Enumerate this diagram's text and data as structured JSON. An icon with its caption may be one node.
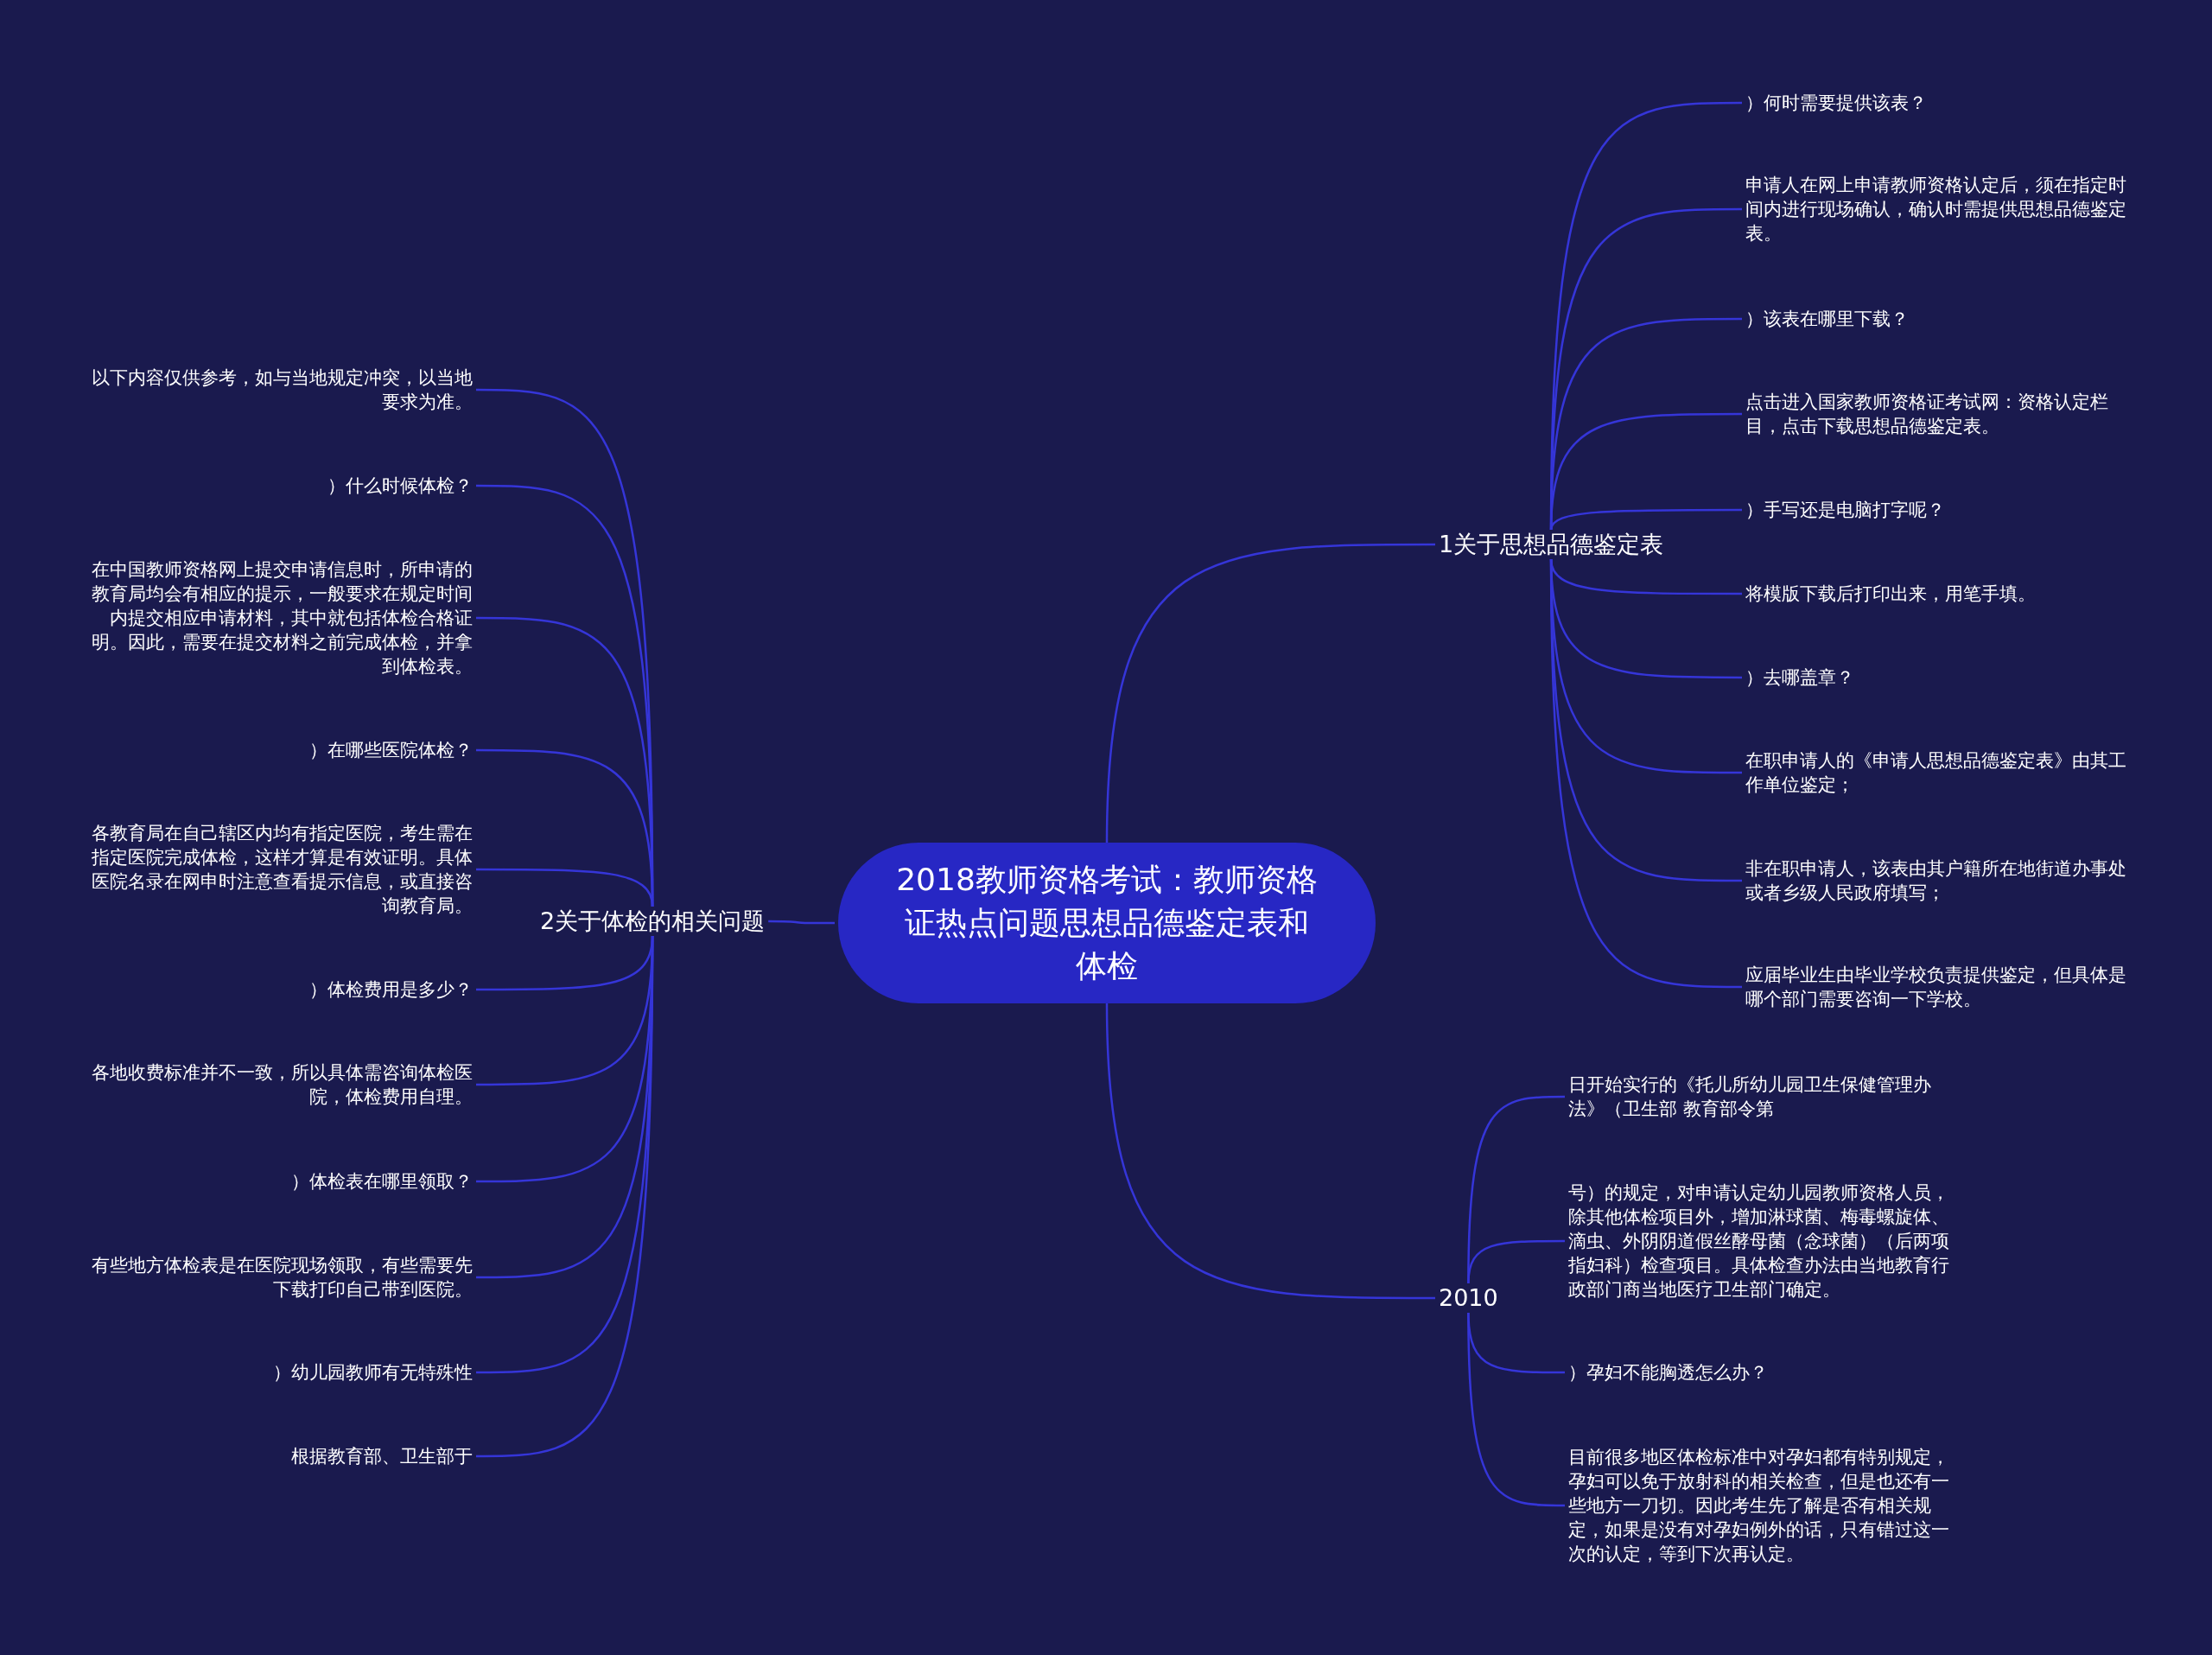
{
  "diagram": {
    "nodes": [
      {
        "text": [
          "2018教师资格考试：教师资格证热点问题思想品德鉴定表和体检"
        ]
      },
      {
        "text": [
          "1关于思想品德鉴定表"
        ]
      },
      {
        "text": [
          "2关于体检的相关问题"
        ]
      },
      {
        "text": [
          "2010"
        ]
      },
      {
        "text": [
          "）何时需要提供该表？"
        ]
      },
      {
        "text": [
          "申请人在网上申请教师资格认定后，须在指定时间内进行现场确认，确认时需提供思想品德鉴定表。"
        ]
      },
      {
        "text": [
          "）该表在哪里下载？"
        ]
      },
      {
        "text": [
          "点击进入国家教师资格证考试网：资格认定栏目，点击下载思想品德鉴定表。"
        ]
      },
      {
        "text": [
          "）手写还是电脑打字呢？"
        ]
      },
      {
        "text": [
          "将模版下载后打印出来，用笔手填。"
        ]
      },
      {
        "text": [
          "）去哪盖章？"
        ]
      },
      {
        "text": [
          "在职申请人的《申请人思想品德鉴定表》由其工作单位鉴定；"
        ]
      },
      {
        "text": [
          "非在职申请人，该表由其户籍所在地街道办事处或者乡级人民政府填写；"
        ]
      },
      {
        "text": [
          "应届毕业生由毕业学校负责提供鉴定，但具体是哪个部门需要咨询一下学校。"
        ]
      },
      {
        "text": [
          "以下内容仅供参考，如与当地规定冲突，以当地要求为准。"
        ]
      },
      {
        "text": [
          "）什么时候体检？"
        ]
      },
      {
        "text": [
          "在中国教师资格网上提交申请信息时，所申请的教育局均会有相应的提示，一般要求在规定时间内提交相应申请材料，其中就包括体检合格证明。因此，需要在提交材料之前完成体检，并拿到体检表。"
        ]
      },
      {
        "text": [
          "）在哪些医院体检？"
        ]
      },
      {
        "text": [
          "各教育局在自己辖区内均有指定医院，考生需在指定医院完成体检，这样才算是有效证明。具体医院名录在网申时注意查看提示信息，或直接咨询教育局。"
        ]
      },
      {
        "text": [
          "）体检费用是多少？"
        ]
      },
      {
        "text": [
          "各地收费标准并不一致，所以具体需咨询体检医院，体检费用自理。"
        ]
      },
      {
        "text": [
          "）体检表在哪里领取？"
        ]
      },
      {
        "text": [
          "有些地方体检表是在医院现场领取，有些需要先下载打印自己带到医院。"
        ]
      },
      {
        "text": [
          "）幼儿园教师有无特殊性"
        ]
      },
      {
        "text": [
          "根据教育部、卫生部于"
        ]
      },
      {
        "text": [
          "日开始实行的《托儿所幼儿园卫生保健管理办法》（卫生部 教育部令第"
        ]
      },
      {
        "text": [
          "号）的规定，对申请认定幼儿园教师资格人员，除其他体检项目外，增加淋球菌、梅毒螺旋体、滴虫、外阴阴道假丝酵母菌（念球菌）（后两项指妇科）检查项目。具体检查办法由当地教育行政部门商当地医疗卫生部门确定。"
        ]
      },
      {
        "text": [
          "）孕妇不能胸透怎么办？"
        ]
      },
      {
        "text": [
          "目前很多地区体检标准中对孕妇都有特别规定，孕妇可以免于放射科的相关检查，但是也还有一些地方一刀切。因此考生先了解是否有相关规定，如果是没有对孕妇例外的话，只有错过这一次的认定，等到下次再认定。"
        ]
      }
    ],
    "edges": [
      {
        "from": 0,
        "to": 1,
        "arrow": "none"
      },
      {
        "from": 0,
        "to": 2,
        "arrow": "none"
      },
      {
        "from": 0,
        "to": 3,
        "arrow": "none"
      },
      {
        "from": 1,
        "to": 4,
        "arrow": "none"
      },
      {
        "from": 1,
        "to": 5,
        "arrow": "none"
      },
      {
        "from": 1,
        "to": 6,
        "arrow": "none"
      },
      {
        "from": 1,
        "to": 7,
        "arrow": "none"
      },
      {
        "from": 1,
        "to": 8,
        "arrow": "none"
      },
      {
        "from": 1,
        "to": 9,
        "arrow": "none"
      },
      {
        "from": 1,
        "to": 10,
        "arrow": "none"
      },
      {
        "from": 1,
        "to": 11,
        "arrow": "none"
      },
      {
        "from": 1,
        "to": 12,
        "arrow": "none"
      },
      {
        "from": 1,
        "to": 13,
        "arrow": "none"
      },
      {
        "from": 2,
        "to": 14,
        "arrow": "none"
      },
      {
        "from": 2,
        "to": 15,
        "arrow": "none"
      },
      {
        "from": 2,
        "to": 16,
        "arrow": "none"
      },
      {
        "from": 2,
        "to": 17,
        "arrow": "none"
      },
      {
        "from": 2,
        "to": 18,
        "arrow": "none"
      },
      {
        "from": 2,
        "to": 19,
        "arrow": "none"
      },
      {
        "from": 2,
        "to": 20,
        "arrow": "none"
      },
      {
        "from": 2,
        "to": 21,
        "arrow": "none"
      },
      {
        "from": 2,
        "to": 22,
        "arrow": "none"
      },
      {
        "from": 2,
        "to": 23,
        "arrow": "none"
      },
      {
        "from": 2,
        "to": 24,
        "arrow": "none"
      },
      {
        "from": 3,
        "to": 25,
        "arrow": "none"
      },
      {
        "from": 3,
        "to": 26,
        "arrow": "none"
      },
      {
        "from": 3,
        "to": 27,
        "arrow": "none"
      },
      {
        "from": 3,
        "to": 28,
        "arrow": "none"
      }
    ]
  }
}
